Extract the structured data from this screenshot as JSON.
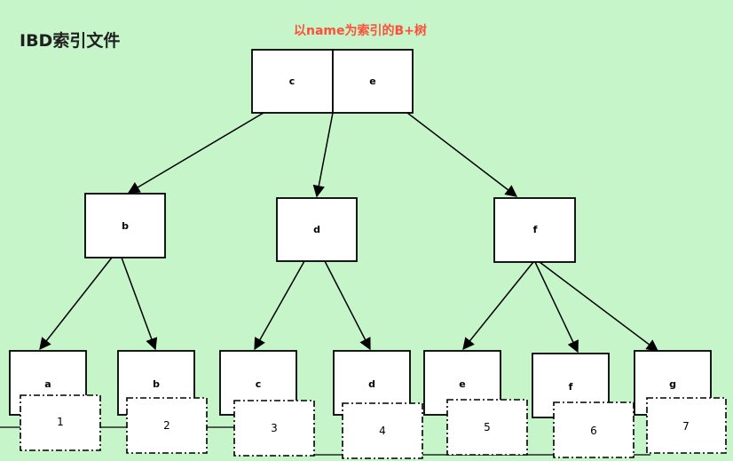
{
  "title": "IBD索引文件",
  "caption": "以name为索引的B+树",
  "colors": {
    "background": "#c6f5c9",
    "node_fill": "#ffffff",
    "stroke": "#000000",
    "caption": "#ff4f3a"
  },
  "tree": {
    "root": {
      "keys": [
        "c",
        "e"
      ]
    },
    "internal": [
      {
        "key": "b"
      },
      {
        "key": "d"
      },
      {
        "key": "f"
      }
    ],
    "leaves": [
      {
        "key": "a",
        "record": "1"
      },
      {
        "key": "b",
        "record": "2"
      },
      {
        "key": "c",
        "record": "3"
      },
      {
        "key": "d",
        "record": "4"
      },
      {
        "key": "e",
        "record": "5"
      },
      {
        "key": "f",
        "record": "6"
      },
      {
        "key": "g",
        "record": "7"
      }
    ]
  }
}
